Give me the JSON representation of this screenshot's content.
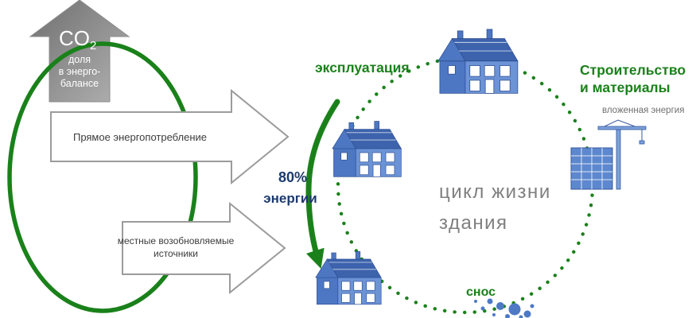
{
  "colors": {
    "green": "#1a811a",
    "navy": "#1d3a6d",
    "gray_text": "#7f7f7f",
    "blue": "#4d79c5"
  },
  "co2_arrow": {
    "formula": "CO",
    "formula_sub": "2",
    "share_line1": "доля",
    "share_line2": "в энерго-",
    "share_line3": "балансе"
  },
  "input_arrows": {
    "direct": "Прямое энергопотребление",
    "renewable_line1": "местные возобновляемые",
    "renewable_line2": "источники"
  },
  "energy_share": {
    "percent": "80%",
    "unit": "энергии"
  },
  "lifecycle": {
    "operation": "эксплуатация",
    "construction_line1": "Строительство",
    "construction_line2": "и материалы",
    "embedded_energy": "вложенная энергия",
    "title_line1": "цикл жизни",
    "title_line2": "здания",
    "demolition": "снос"
  },
  "icons": {
    "house": "house-3d-model-icon",
    "crane": "construction-crane-icon",
    "debris": "demolition-rubble-icon"
  }
}
